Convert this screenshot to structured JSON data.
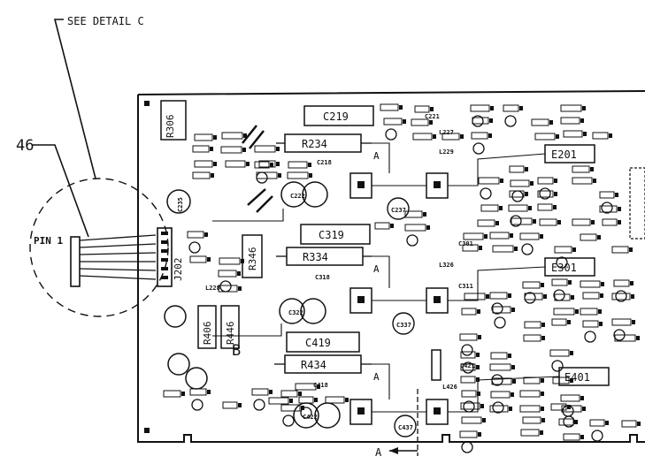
{
  "callout": {
    "see_detail": "SEE DETAIL C",
    "item_number": "46",
    "pin_label": "PIN 1"
  },
  "section_mark": "A",
  "board_labels": {
    "connector": "J202",
    "res_r306": "R306",
    "res_r234": "R234",
    "res_r334": "R334",
    "res_r434": "R434",
    "res_r346": "R346",
    "res_r406": "R406",
    "res_r446": "R446",
    "cap_c219": "C219",
    "cap_c319": "C319",
    "cap_c419": "C419",
    "cap_c235": "C235",
    "cap_c237": "C237",
    "cap_c337": "C337",
    "cap_c437": "C437",
    "cap_c222": "C222",
    "cap_c322": "C322",
    "cap_c422": "C422",
    "ic_e201": "E201",
    "ic_e301": "E301",
    "ic_e401": "E401",
    "ref_b": "B",
    "ref_a": "A",
    "tiny_1": "C221",
    "tiny_2": "C218",
    "tiny_3": "C318",
    "tiny_4": "C418",
    "tiny_5": "C421",
    "tiny_6": "L227",
    "tiny_7": "L228",
    "tiny_8": "L326",
    "tiny_9": "L426",
    "tiny_10": "L229",
    "tiny_11": "C301",
    "tiny_12": "C311"
  }
}
